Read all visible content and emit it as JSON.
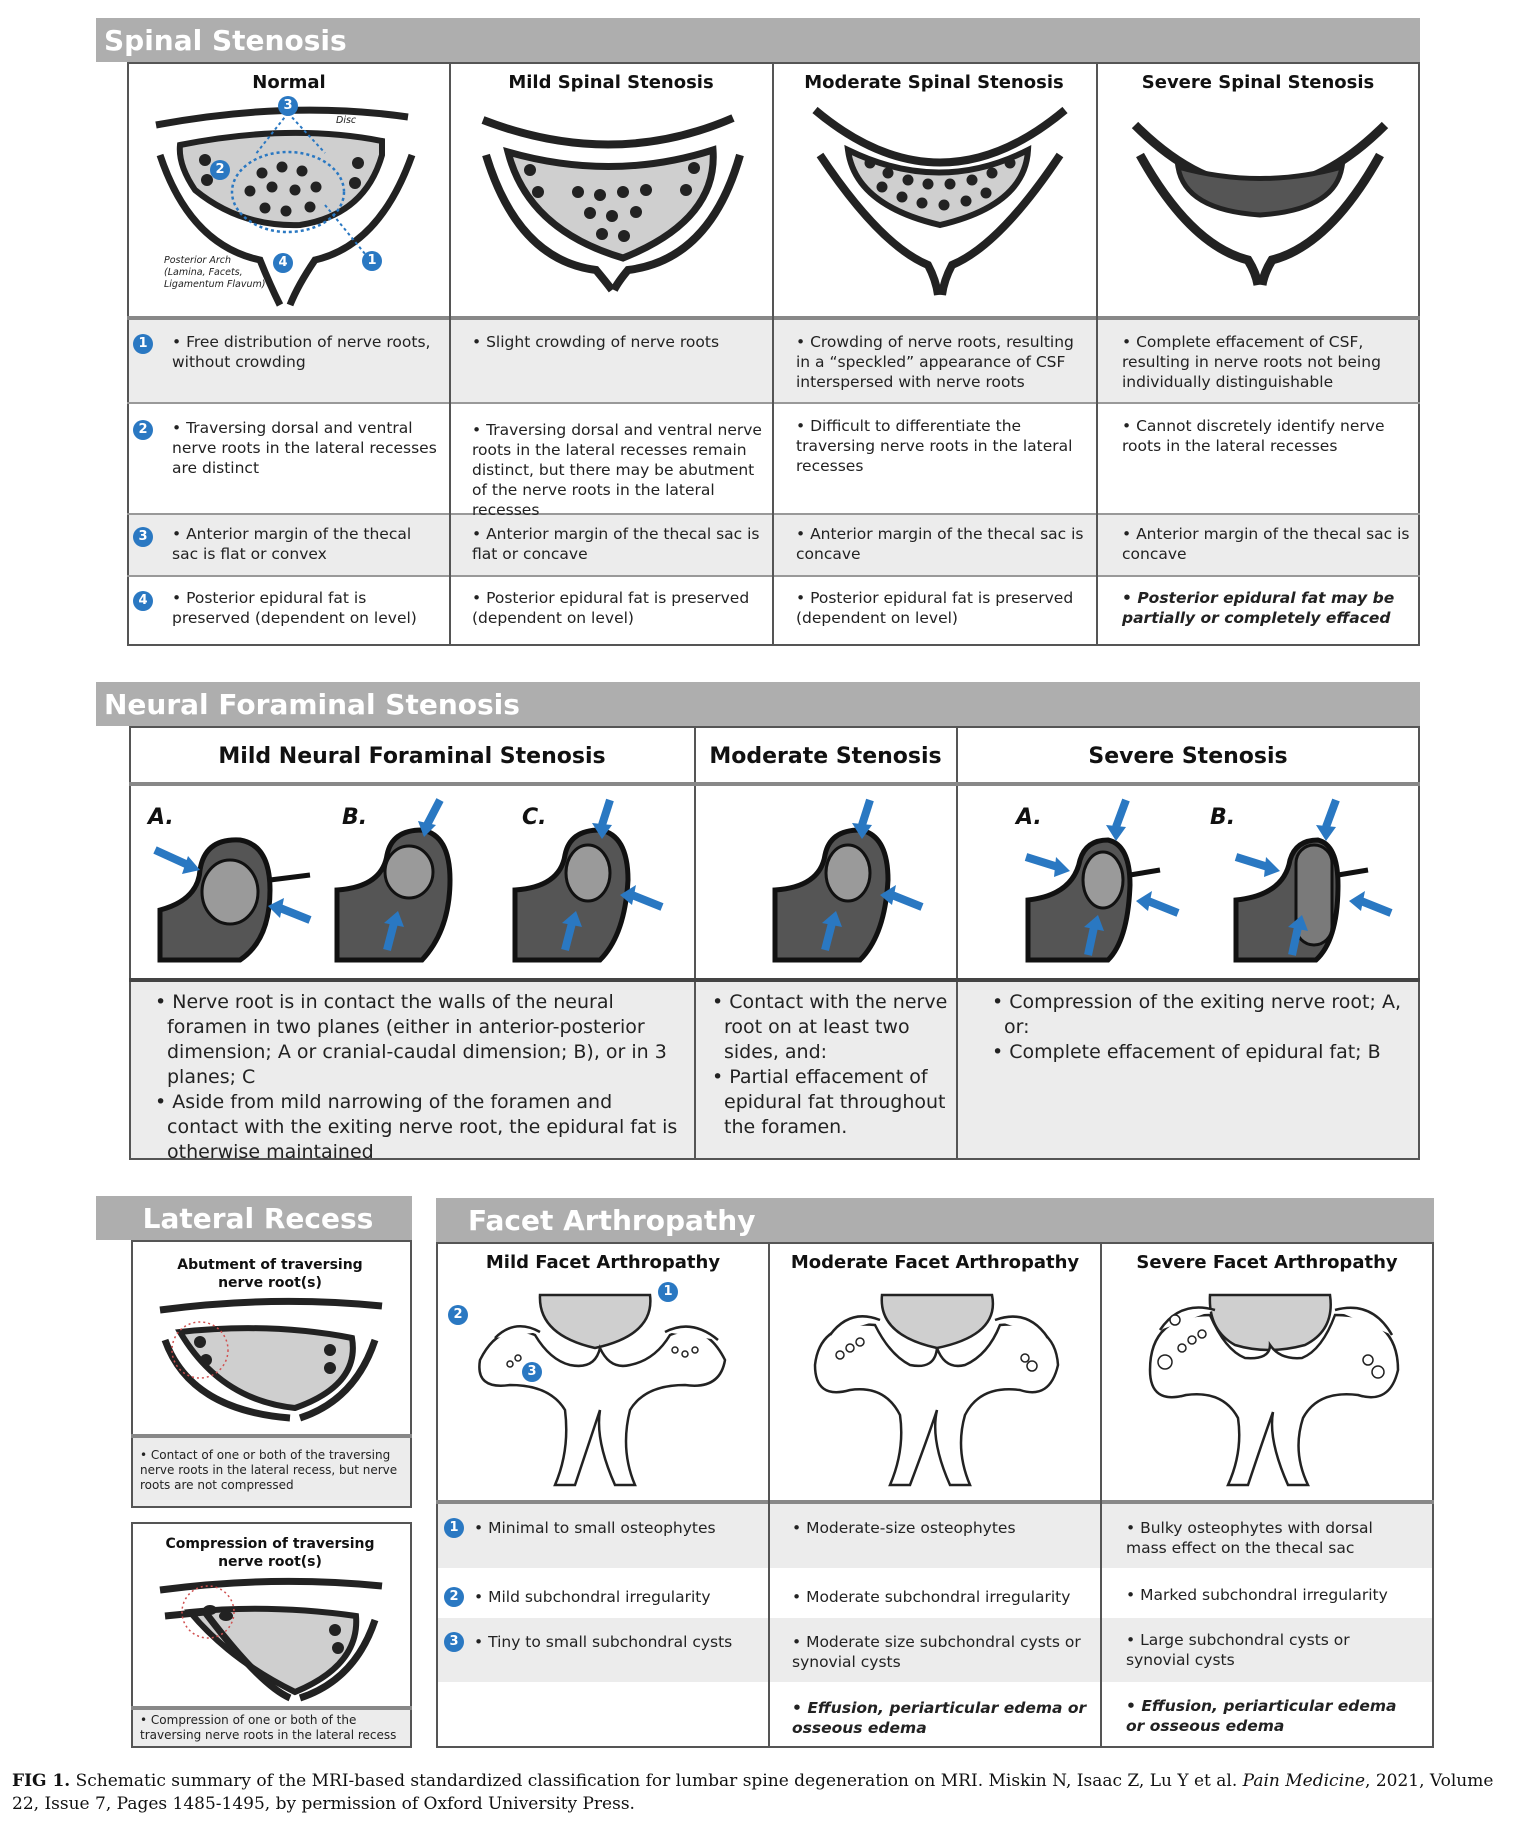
{
  "spinal": {
    "title": "Spinal Stenosis",
    "columns": [
      "Normal",
      "Mild Spinal Stenosis",
      "Moderate Spinal Stenosis",
      "Severe Spinal Stenosis"
    ],
    "labels": {
      "disc": "Disc",
      "posterior_arch": "Posterior Arch",
      "posterior_arch_sub1": "(Lamina, Facets,",
      "posterior_arch_sub2": "Ligamentum Flavum)"
    },
    "markers": [
      "1",
      "2",
      "3",
      "4"
    ],
    "rows": [
      [
        "Free distribution of nerve roots, without crowding",
        "Slight crowding of nerve roots",
        "Crowding of nerve roots, resulting in a “speckled” appearance of CSF interspersed with nerve roots",
        "Complete effacement of CSF, resulting in nerve roots not being individually distinguishable"
      ],
      [
        "Traversing dorsal and ventral nerve roots in the lateral recesses are distinct",
        "Traversing dorsal and ventral nerve roots in the lateral recesses remain distinct, but there may be abutment of the nerve roots in the lateral recesses",
        "Difficult to differentiate the traversing nerve roots in the lateral recesses",
        "Cannot discretely identify nerve roots in the lateral recesses"
      ],
      [
        "Anterior margin of the thecal sac is flat or convex",
        "Anterior margin of the thecal sac is flat or concave",
        "Anterior margin of the thecal sac is concave",
        "Anterior margin of the thecal sac is concave"
      ],
      [
        "Posterior epidural fat is preserved (dependent on level)",
        "Posterior epidural fat is preserved (dependent on level)",
        "Posterior epidural fat is preserved (dependent on level)",
        "Posterior epidural fat may be partially or completely effaced"
      ]
    ]
  },
  "neural": {
    "title": "Neural Foraminal Stenosis",
    "columns": [
      "Mild Neural Foraminal Stenosis",
      "Moderate Stenosis",
      "Severe Stenosis"
    ],
    "letters": [
      "A.",
      "B.",
      "C.",
      "A.",
      "B."
    ],
    "mild_text": [
      "Nerve root is in contact the walls of the neural foramen in two planes (either in anterior-posterior dimension; A or cranial-caudal dimension; B), or in 3 planes; C",
      "Aside from mild narrowing of the foramen and contact with the exiting nerve root, the epidural fat is otherwise maintained"
    ],
    "moderate_text": [
      "Contact with the nerve root on at least two sides, and:",
      "Partial effacement of epidural fat throughout the foramen."
    ],
    "severe_text": [
      "Compression of the exiting nerve root; A, or:",
      "Complete effacement of epidural fat; B"
    ]
  },
  "lateral": {
    "title": "Lateral Recess",
    "abutment_title": "Abutment of traversing nerve root(s)",
    "abutment_text": "Contact of one or both of the traversing nerve roots in the lateral recess, but nerve roots are not compressed",
    "compression_title": "Compression of traversing nerve root(s)",
    "compression_text": "Compression of one or both of the traversing nerve roots in the lateral recess"
  },
  "facet": {
    "title": "Facet Arthropathy",
    "columns": [
      "Mild Facet Arthropathy",
      "Moderate Facet Arthropathy",
      "Severe Facet Arthropathy"
    ],
    "markers": [
      "1",
      "2",
      "3"
    ],
    "rows": [
      [
        "Minimal to small osteophytes",
        "Moderate-size osteophytes",
        "Bulky osteophytes with dorsal mass effect on the thecal sac"
      ],
      [
        "Mild subchondral irregularity",
        "Moderate subchondral irregularity",
        "Marked subchondral irregularity"
      ],
      [
        "Tiny to small subchondral cysts",
        "Moderate size subchondral cysts or synovial cysts",
        "Large subchondral cysts or synovial cysts"
      ],
      [
        "",
        "Effusion, periarticular edema or osseous edema",
        "Effusion, periarticular edema or osseous edema"
      ]
    ]
  },
  "caption": {
    "label": "FIG 1.",
    "text": "Schematic summary of the MRI-based standardized classification for lumbar spine degeneration on MRI. Miskin N, Isaac Z, Lu Y et al.",
    "journal": "Pain Medicine",
    "details": ", 2021, Volume 22, Issue 7, Pages 1485-1495, by permission of Oxford University Press."
  },
  "colors": {
    "accent_blue": "#2a78c2",
    "band_gray": "#aeaeae",
    "cell_gray": "#ececec",
    "sac_gray": "#cfcfcf",
    "dark_gray": "#555555"
  }
}
